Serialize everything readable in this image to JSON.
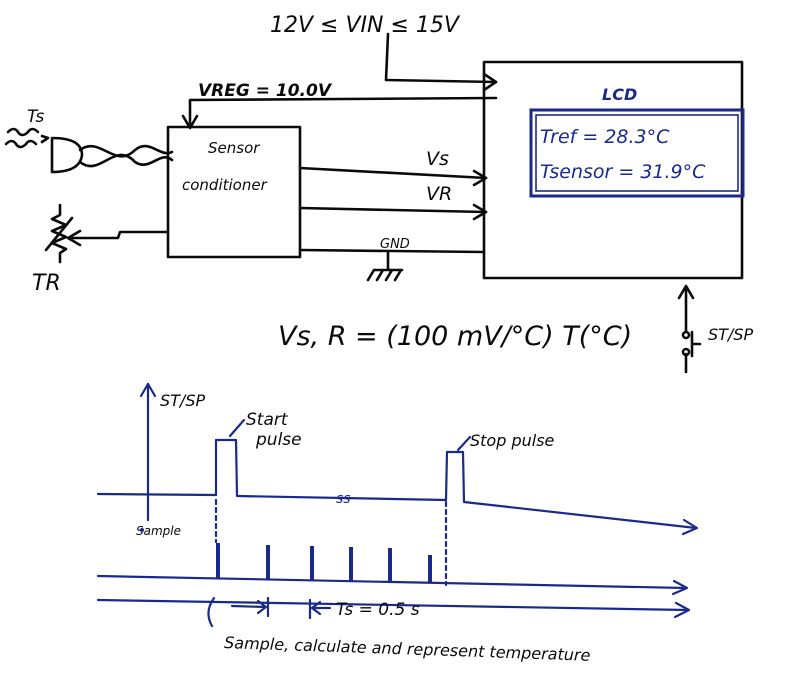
{
  "supply": {
    "label": "12V ≤ VIN ≤ 15V"
  },
  "vreg": {
    "label": "VREG = 10.0V"
  },
  "ts_label": "Ts",
  "tr_label": "TR",
  "sensor_box": {
    "line1": "Sensor",
    "line2": "conditioner"
  },
  "signals": {
    "vs": "Vs",
    "vr": "VR",
    "gnd": "GND"
  },
  "lcd": {
    "title": "LCD",
    "line1": "Tref = 28.3°C",
    "line2": "Tsensor = 31.9°C"
  },
  "equation": "Vs, R = (100 mV/°C) T(°C)",
  "switch_label": "ST/SP",
  "timing": {
    "axis_label": "ST/SP",
    "start_pulse": [
      "Start",
      "pulse"
    ],
    "stop_pulse": "Stop pulse",
    "break_mark": "ss",
    "sample_label": "Sample",
    "period_label": "Ts = 0.5 s",
    "caption": "Sample, calculate and represent temperature"
  }
}
